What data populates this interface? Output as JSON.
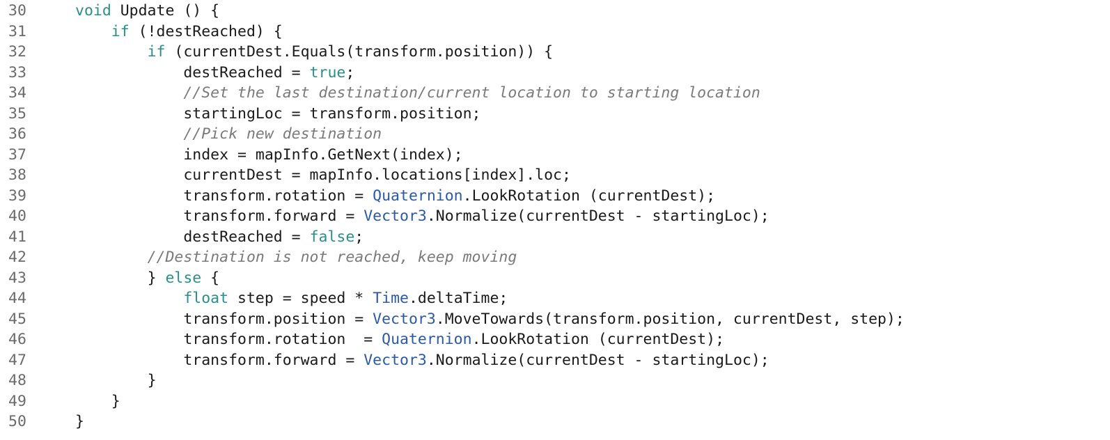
{
  "colors": {
    "background": "#ffffff",
    "keyword": "#2a8f8a",
    "type": "#2a5aa6",
    "text": "#1a1a1a",
    "comment": "#7a7a7a",
    "line_number": "#6b6b6b"
  },
  "lines": [
    {
      "num": "30",
      "indent": 0,
      "tokens": [
        {
          "t": "kw",
          "v": "void"
        },
        {
          "t": "plain",
          "v": " Update () {"
        }
      ]
    },
    {
      "num": "31",
      "indent": 1,
      "tokens": [
        {
          "t": "kw",
          "v": "if"
        },
        {
          "t": "plain",
          "v": " (!destReached) {"
        }
      ]
    },
    {
      "num": "32",
      "indent": 2,
      "tokens": [
        {
          "t": "kw",
          "v": "if"
        },
        {
          "t": "plain",
          "v": " (currentDest.Equals(transform.position)) {"
        }
      ]
    },
    {
      "num": "33",
      "indent": 3,
      "tokens": [
        {
          "t": "plain",
          "v": "destReached = "
        },
        {
          "t": "kw",
          "v": "true"
        },
        {
          "t": "plain",
          "v": ";"
        }
      ]
    },
    {
      "num": "34",
      "indent": 3,
      "tokens": [
        {
          "t": "comment",
          "v": "//Set the last destination/current location to starting location"
        }
      ]
    },
    {
      "num": "35",
      "indent": 3,
      "tokens": [
        {
          "t": "plain",
          "v": "startingLoc = transform.position;"
        }
      ]
    },
    {
      "num": "36",
      "indent": 3,
      "tokens": [
        {
          "t": "comment",
          "v": "//Pick new destination"
        }
      ]
    },
    {
      "num": "37",
      "indent": 3,
      "tokens": [
        {
          "t": "plain",
          "v": "index = mapInfo.GetNext(index);"
        }
      ]
    },
    {
      "num": "38",
      "indent": 3,
      "tokens": [
        {
          "t": "plain",
          "v": "currentDest = mapInfo.locations[index].loc;"
        }
      ]
    },
    {
      "num": "39",
      "indent": 3,
      "tokens": [
        {
          "t": "plain",
          "v": "transform.rotation = "
        },
        {
          "t": "type",
          "v": "Quaternion"
        },
        {
          "t": "plain",
          "v": ".LookRotation (currentDest);"
        }
      ]
    },
    {
      "num": "40",
      "indent": 3,
      "tokens": [
        {
          "t": "plain",
          "v": "transform.forward = "
        },
        {
          "t": "type",
          "v": "Vector3"
        },
        {
          "t": "plain",
          "v": ".Normalize(currentDest - startingLoc);"
        }
      ]
    },
    {
      "num": "41",
      "indent": 3,
      "tokens": [
        {
          "t": "plain",
          "v": "destReached = "
        },
        {
          "t": "kw",
          "v": "false"
        },
        {
          "t": "plain",
          "v": ";"
        }
      ]
    },
    {
      "num": "42",
      "indent": 2,
      "tokens": [
        {
          "t": "comment",
          "v": "//Destination is not reached, keep moving"
        }
      ]
    },
    {
      "num": "43",
      "indent": 2,
      "tokens": [
        {
          "t": "plain",
          "v": "} "
        },
        {
          "t": "kw",
          "v": "else"
        },
        {
          "t": "plain",
          "v": " {"
        }
      ]
    },
    {
      "num": "44",
      "indent": 3,
      "tokens": [
        {
          "t": "kw",
          "v": "float"
        },
        {
          "t": "plain",
          "v": " step = speed * "
        },
        {
          "t": "type",
          "v": "Time"
        },
        {
          "t": "plain",
          "v": ".deltaTime;"
        }
      ]
    },
    {
      "num": "45",
      "indent": 3,
      "tokens": [
        {
          "t": "plain",
          "v": "transform.position = "
        },
        {
          "t": "type",
          "v": "Vector3"
        },
        {
          "t": "plain",
          "v": ".MoveTowards(transform.position, currentDest, step);"
        }
      ]
    },
    {
      "num": "46",
      "indent": 3,
      "tokens": [
        {
          "t": "plain",
          "v": "transform.rotation  = "
        },
        {
          "t": "type",
          "v": "Quaternion"
        },
        {
          "t": "plain",
          "v": ".LookRotation (currentDest);"
        }
      ]
    },
    {
      "num": "47",
      "indent": 3,
      "tokens": [
        {
          "t": "plain",
          "v": "transform.forward = "
        },
        {
          "t": "type",
          "v": "Vector3"
        },
        {
          "t": "plain",
          "v": ".Normalize(currentDest - startingLoc);"
        }
      ]
    },
    {
      "num": "48",
      "indent": 2,
      "tokens": [
        {
          "t": "plain",
          "v": "}"
        }
      ]
    },
    {
      "num": "49",
      "indent": 1,
      "tokens": [
        {
          "t": "plain",
          "v": "}"
        }
      ]
    },
    {
      "num": "50",
      "indent": 0,
      "tokens": [
        {
          "t": "plain",
          "v": "}"
        }
      ]
    }
  ]
}
